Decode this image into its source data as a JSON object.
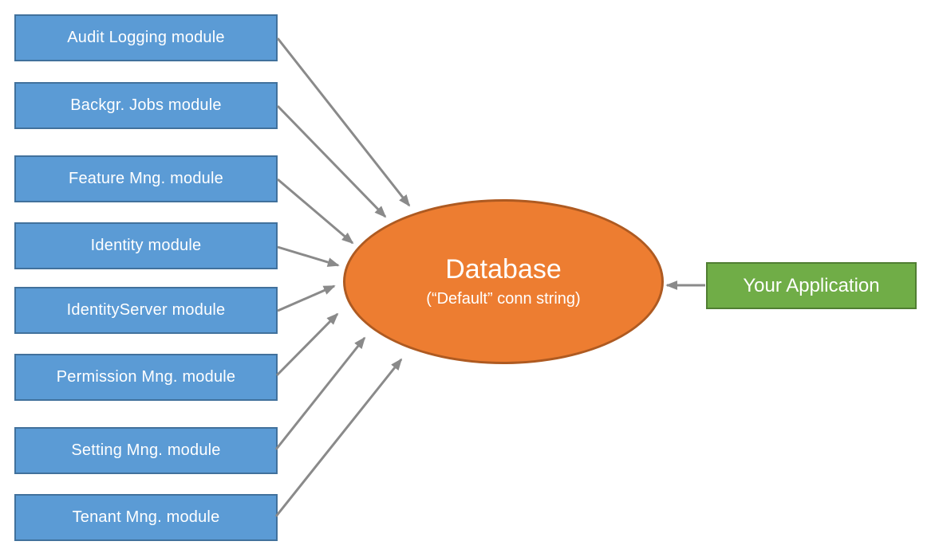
{
  "diagram": {
    "modules": [
      {
        "label": "Audit Logging module"
      },
      {
        "label": "Backgr. Jobs module"
      },
      {
        "label": "Feature Mng. module"
      },
      {
        "label": "Identity module"
      },
      {
        "label": "IdentityServer module"
      },
      {
        "label": "Permission Mng. module"
      },
      {
        "label": "Setting Mng. module"
      },
      {
        "label": "Tenant Mng. module"
      }
    ],
    "database": {
      "title": "Database",
      "subtitle": "(“Default” conn string)"
    },
    "application": {
      "label": "Your Application"
    },
    "connections": [
      {
        "from": "Audit Logging module",
        "to": "Database"
      },
      {
        "from": "Backgr. Jobs module",
        "to": "Database"
      },
      {
        "from": "Feature Mng. module",
        "to": "Database"
      },
      {
        "from": "Identity module",
        "to": "Database"
      },
      {
        "from": "IdentityServer module",
        "to": "Database"
      },
      {
        "from": "Permission Mng. module",
        "to": "Database"
      },
      {
        "from": "Setting Mng. module",
        "to": "Database"
      },
      {
        "from": "Tenant Mng. module",
        "to": "Database"
      },
      {
        "from": "Your Application",
        "to": "Database"
      }
    ],
    "colors": {
      "module_fill": "#5B9BD5",
      "module_border": "#41719C",
      "database_fill": "#ED7D31",
      "database_border": "#AE5A21",
      "app_fill": "#70AD47",
      "app_border": "#507E32",
      "arrow": "#8A8A8A",
      "text": "#FFFFFF",
      "background": "#FFFFFF"
    }
  }
}
